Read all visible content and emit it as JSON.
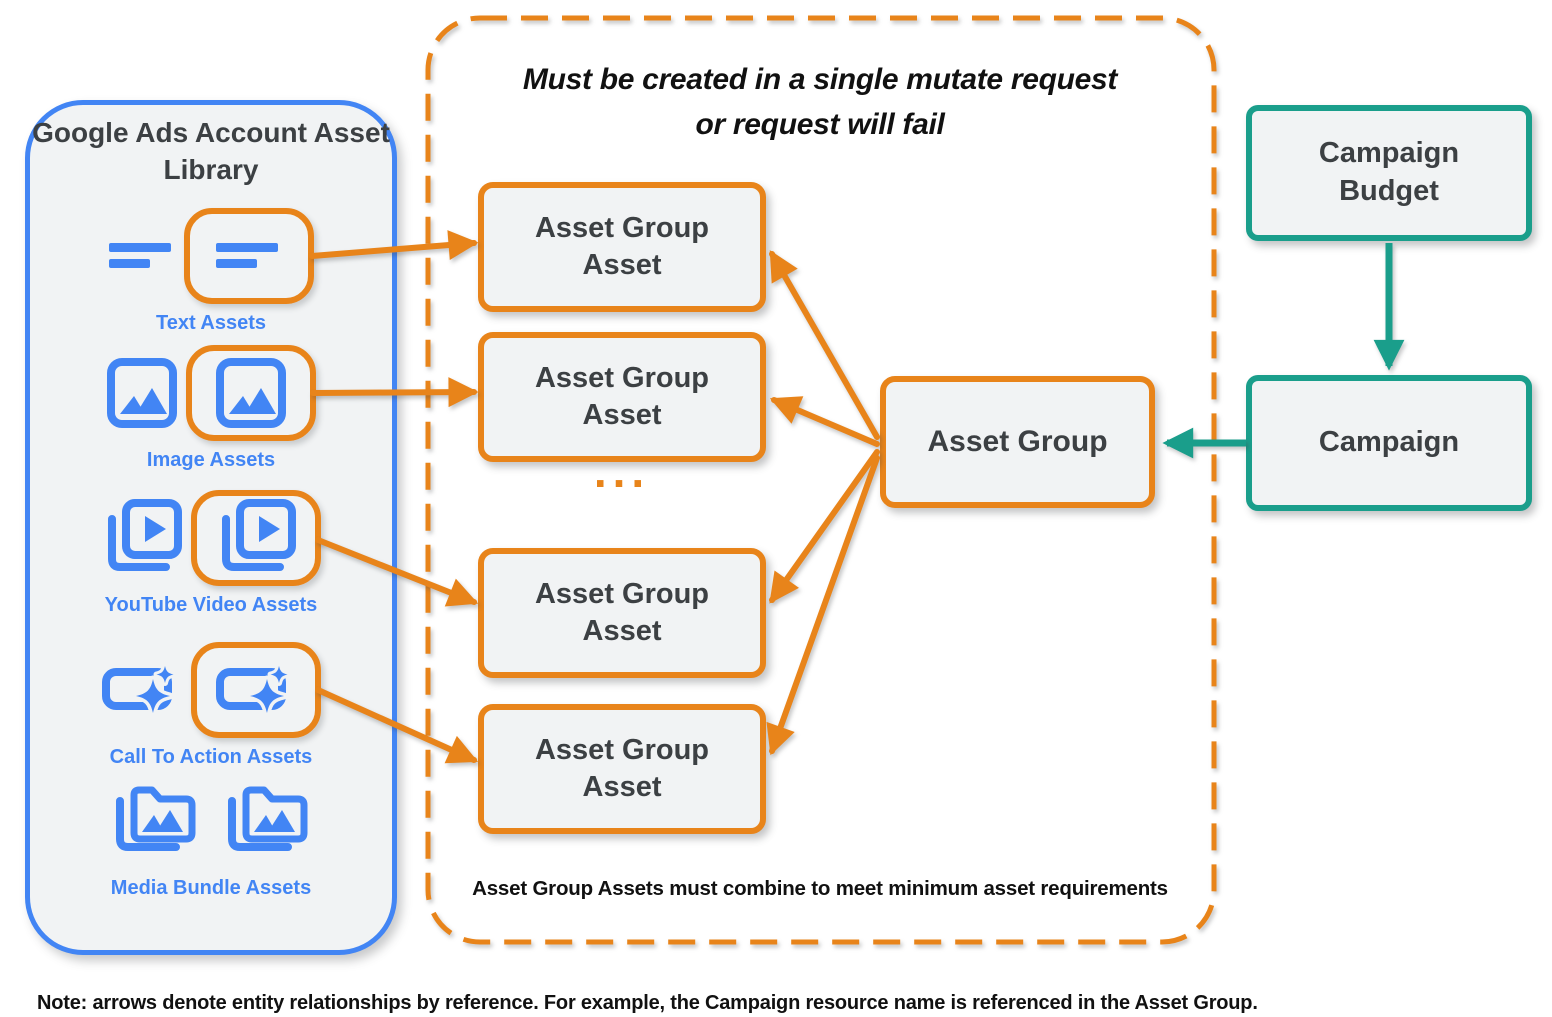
{
  "colors": {
    "orange": "#E8841A",
    "blue": "#4285F4",
    "teal": "#1A9E8B",
    "node_fill": "#F1F3F4",
    "node_text": "#3C4043",
    "emphasis_text": "#111111"
  },
  "library": {
    "title": "Google Ads Account Asset Library",
    "items": [
      {
        "label": "Text Assets",
        "icon": "text-asset-icon",
        "highlighted": true
      },
      {
        "label": "Image Assets",
        "icon": "image-asset-icon",
        "highlighted": true
      },
      {
        "label": "YouTube Video Assets",
        "icon": "youtube-video-asset-icon",
        "highlighted": true
      },
      {
        "label": "Call To Action Assets",
        "icon": "call-to-action-asset-icon",
        "highlighted": true
      },
      {
        "label": "Media Bundle Assets",
        "icon": "media-bundle-asset-icon",
        "highlighted": false
      }
    ]
  },
  "mutate_group": {
    "title_line1": "Must be created in a single mutate request",
    "title_line2": "or request will fail",
    "boxes": [
      {
        "label": "Asset Group Asset"
      },
      {
        "label": "Asset Group Asset"
      },
      {
        "label": "Asset Group Asset"
      },
      {
        "label": "Asset Group Asset"
      }
    ],
    "ellipsis": "...",
    "asset_group": {
      "label": "Asset Group"
    },
    "footer": "Asset Group Assets must combine to meet minimum asset requirements"
  },
  "campaign_column": {
    "budget": {
      "label": "Campaign Budget"
    },
    "campaign": {
      "label": "Campaign"
    }
  },
  "note": "Note: arrows denote entity relationships by reference. For example, the Campaign resource name is referenced in the Asset Group.",
  "edges": [
    {
      "from": "text-asset",
      "to": "asset-group-asset-1",
      "color": "orange"
    },
    {
      "from": "image-asset",
      "to": "asset-group-asset-2",
      "color": "orange"
    },
    {
      "from": "youtube-video-asset",
      "to": "asset-group-asset-3",
      "color": "orange"
    },
    {
      "from": "call-to-action-asset",
      "to": "asset-group-asset-4",
      "color": "orange"
    },
    {
      "from": "asset-group",
      "to": "asset-group-asset-1",
      "color": "orange"
    },
    {
      "from": "asset-group",
      "to": "asset-group-asset-2",
      "color": "orange"
    },
    {
      "from": "asset-group",
      "to": "asset-group-asset-3",
      "color": "orange"
    },
    {
      "from": "asset-group",
      "to": "asset-group-asset-4",
      "color": "orange"
    },
    {
      "from": "campaign-budget",
      "to": "campaign",
      "color": "teal"
    },
    {
      "from": "campaign",
      "to": "asset-group",
      "color": "teal"
    }
  ]
}
